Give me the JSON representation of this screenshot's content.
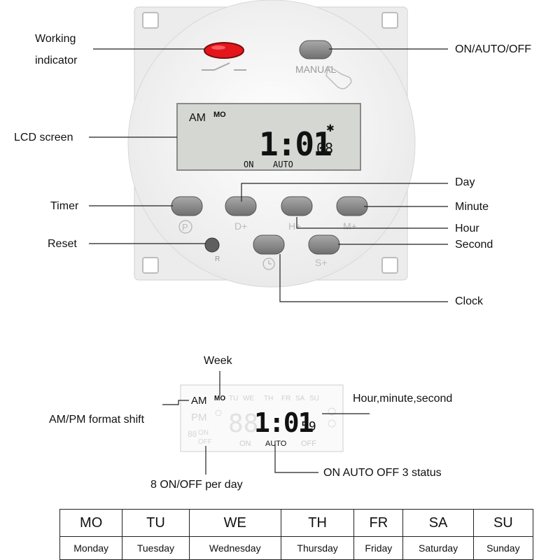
{
  "labels": {
    "working_indicator_line1": "Working",
    "working_indicator_line2": "indicator",
    "on_auto_off": "ON/AUTO/OFF",
    "lcd_screen": "LCD screen",
    "day": "Day",
    "timer": "Timer",
    "minute": "Minute",
    "hour": "Hour",
    "reset": "Reset",
    "second": "Second",
    "clock": "Clock"
  },
  "device": {
    "manual_label": "MANUAL",
    "lcd": {
      "ampm": "AM",
      "weekday": "MO",
      "time": "1:01",
      "seconds": "08",
      "on": "ON",
      "auto": "AUTO"
    },
    "buttons": {
      "timer_glyph": "P",
      "day": "D+",
      "hour": "H+",
      "minute": "M+",
      "reset": "R",
      "second": "S+"
    }
  },
  "lcd_detail": {
    "ampm": "AM",
    "pm": "PM",
    "weekday_active": "MO",
    "weekdays_dim": [
      "TU",
      "WE",
      "TH",
      "FR",
      "SA",
      "SU"
    ],
    "time": "1:01",
    "seconds": "59",
    "ghost_digits": "88",
    "ghost_on": "ON",
    "ghost_off": "OFF",
    "status_on": "ON",
    "status_auto": "AUTO",
    "status_off": "OFF"
  },
  "annotations": {
    "week": "Week",
    "hms": "Hour,minute,second",
    "ampm_shift": "AM/PM format shift",
    "per_day": "8 ON/OFF per day",
    "status3": "ON AUTO OFF 3 status"
  },
  "day_table": [
    {
      "abbr": "MO",
      "full": "Monday"
    },
    {
      "abbr": "TU",
      "full": "Tuesday"
    },
    {
      "abbr": "WE",
      "full": "Wednesday"
    },
    {
      "abbr": "TH",
      "full": "Thursday"
    },
    {
      "abbr": "FR",
      "full": "Friday"
    },
    {
      "abbr": "SA",
      "full": "Saturday"
    },
    {
      "abbr": "SU",
      "full": "Sunday"
    }
  ],
  "colors": {
    "led": "#e5151c",
    "button": "#8c8c8c",
    "lcd_bg": "#d4d7d2",
    "body": "#f3f3f3"
  }
}
